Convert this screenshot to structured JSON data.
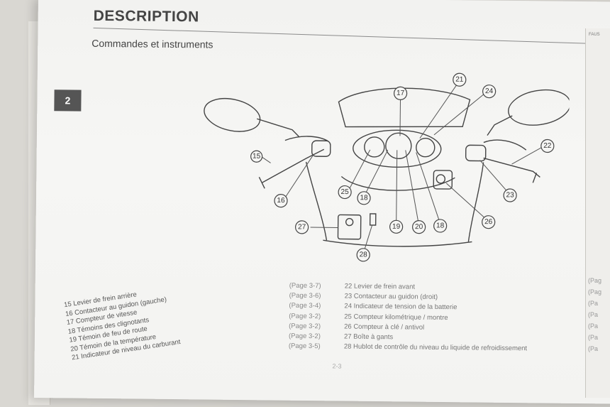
{
  "header": {
    "title": "DESCRIPTION",
    "subtitle": "Commandes et instruments",
    "chapter": "2",
    "right_page_tag": "FAUS"
  },
  "callouts": [
    "15",
    "16",
    "17",
    "18",
    "19",
    "20",
    "21",
    "22",
    "23",
    "24",
    "25",
    "26",
    "27",
    "28",
    "18"
  ],
  "legend_left": [
    "15 Levier de frein arrière",
    "16 Contacteur au guidon (gauche)",
    "17 Compteur de vitesse",
    "18 Témoins des clignotants",
    "19 Témoin de feu de route",
    "20 Témoin de la température",
    "21 Indicateur de niveau du carburant"
  ],
  "legend_right": [
    {
      "ref": "(Page 3-7)",
      "label": "22 Levier de frein avant"
    },
    {
      "ref": "(Page 3-6)",
      "label": "23 Contacteur au guidon (droit)"
    },
    {
      "ref": "(Page 3-4)",
      "label": "24 Indicateur de tension de la batterie"
    },
    {
      "ref": "(Page 3-2)",
      "label": "25 Compteur kilométrique / montre"
    },
    {
      "ref": "(Page 3-2)",
      "label": "26 Compteur à clé / antivol"
    },
    {
      "ref": "(Page 3-2)",
      "label": "27 Boîte à gants"
    },
    {
      "ref": "(Page 3-5)",
      "label": "28 Hublot de contrôle du niveau du liquide de refroidissement"
    }
  ],
  "right_page_refs": [
    "(Pag",
    "(Pag",
    "(Pa",
    "(Pa",
    "(Pa",
    "(Pa",
    "(Pa"
  ],
  "footer": {
    "page_number": "2-3"
  }
}
